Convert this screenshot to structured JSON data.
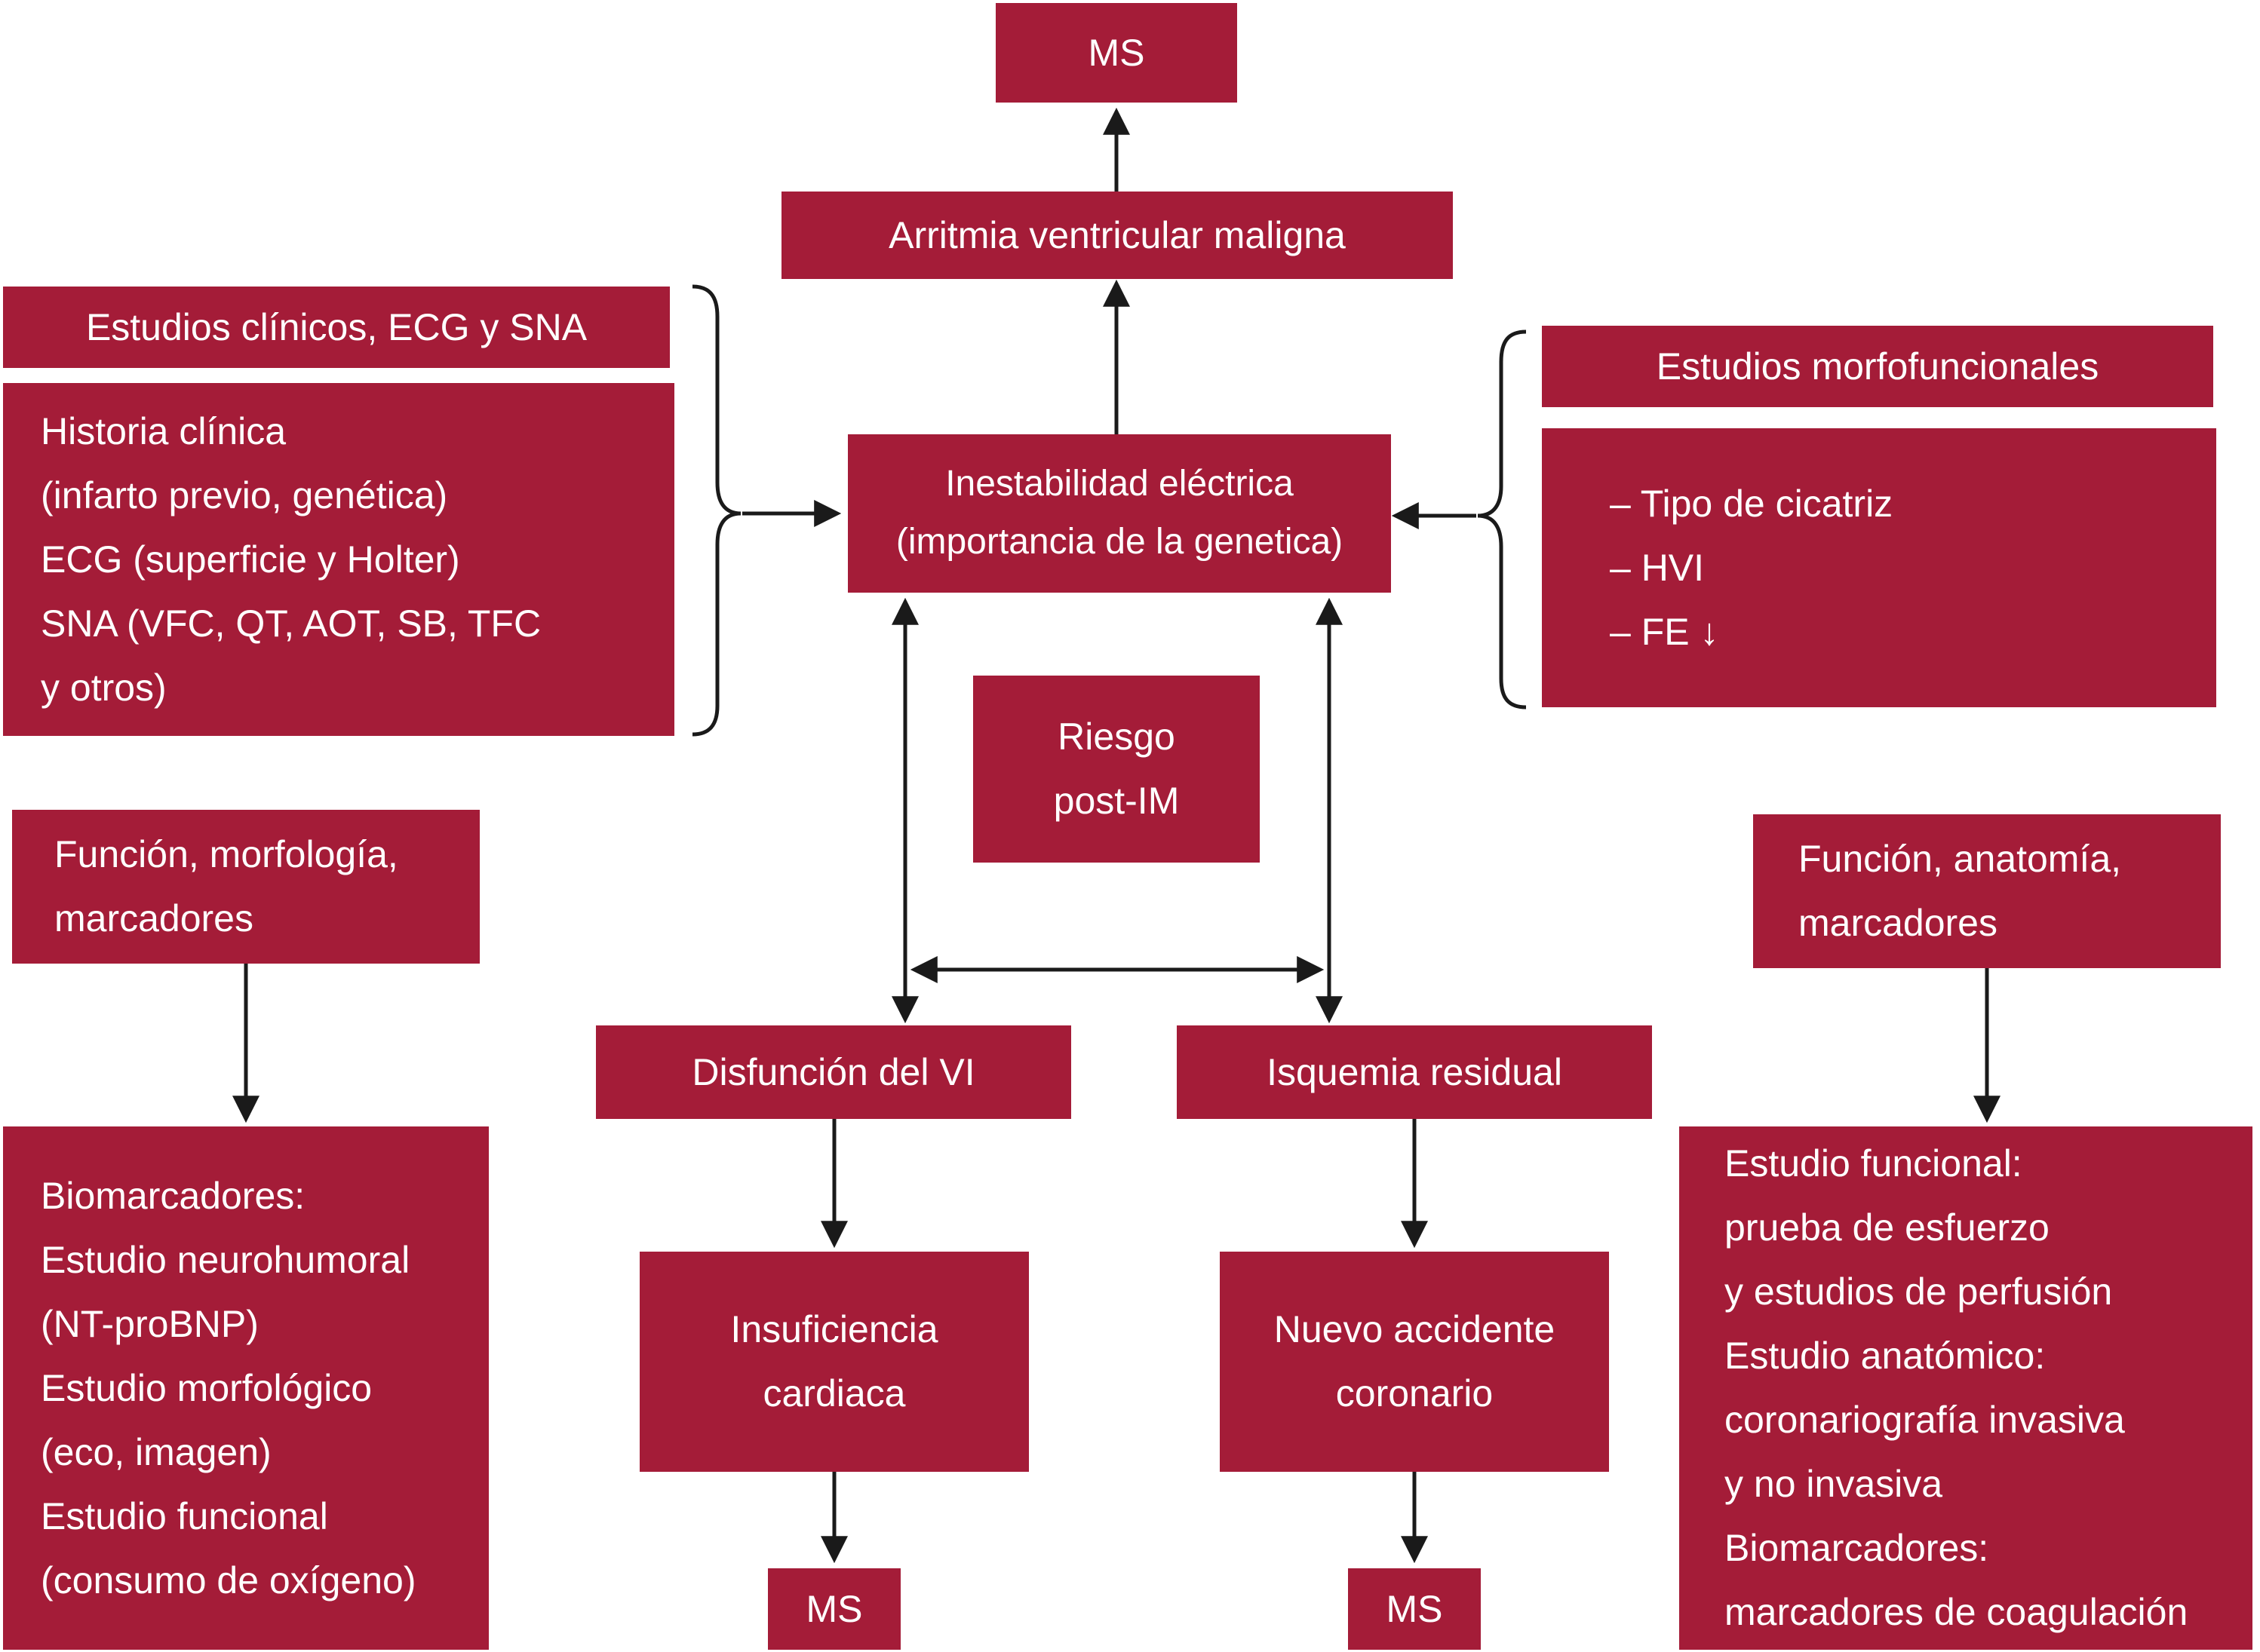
{
  "colors": {
    "box_fill": "#a41c38",
    "box_text": "#ffffff",
    "arrow": "#1a1a1a",
    "background": "#ffffff"
  },
  "nodes": {
    "ms_top": "MS",
    "arritmia": "Arritmia ventricular maligna",
    "left_header": "Estudios clínicos, ECG y SNA",
    "left_body": "Historia clínica\n(infarto previo, genética)\nECG (superficie y Holter)\nSNA (VFC, QT, AOT, SB, TFC\ny otros)",
    "inestabilidad": "Inestabilidad eléctrica\n(importancia de la genetica)",
    "right_header": "Estudios morfofuncionales",
    "right_body": "– Tipo de cicatriz\n– HVI\n– FE ↓",
    "riesgo": "Riesgo\npost-IM",
    "left_mid": "Función, morfología,\nmarcadores",
    "right_mid": "Función, anatomía,\nmarcadores",
    "disfuncion": "Disfunción del VI",
    "isquemia": "Isquemia residual",
    "left_bottom": "Biomarcadores:\nEstudio neurohumoral\n(NT-proBNP)\nEstudio morfológico\n(eco, imagen)\nEstudio funcional\n(consumo de oxígeno)",
    "insuficiencia": "Insuficiencia\ncardiaca",
    "nuevo_accidente": "Nuevo accidente\ncoronario",
    "right_bottom": "Estudio funcional:\nprueba de esfuerzo\ny estudios de perfusión\nEstudio anatómico:\ncoronariografía invasiva\ny no invasiva\nBiomarcadores:\nmarcadores de coagulación",
    "ms_left": "MS",
    "ms_right": "MS"
  }
}
